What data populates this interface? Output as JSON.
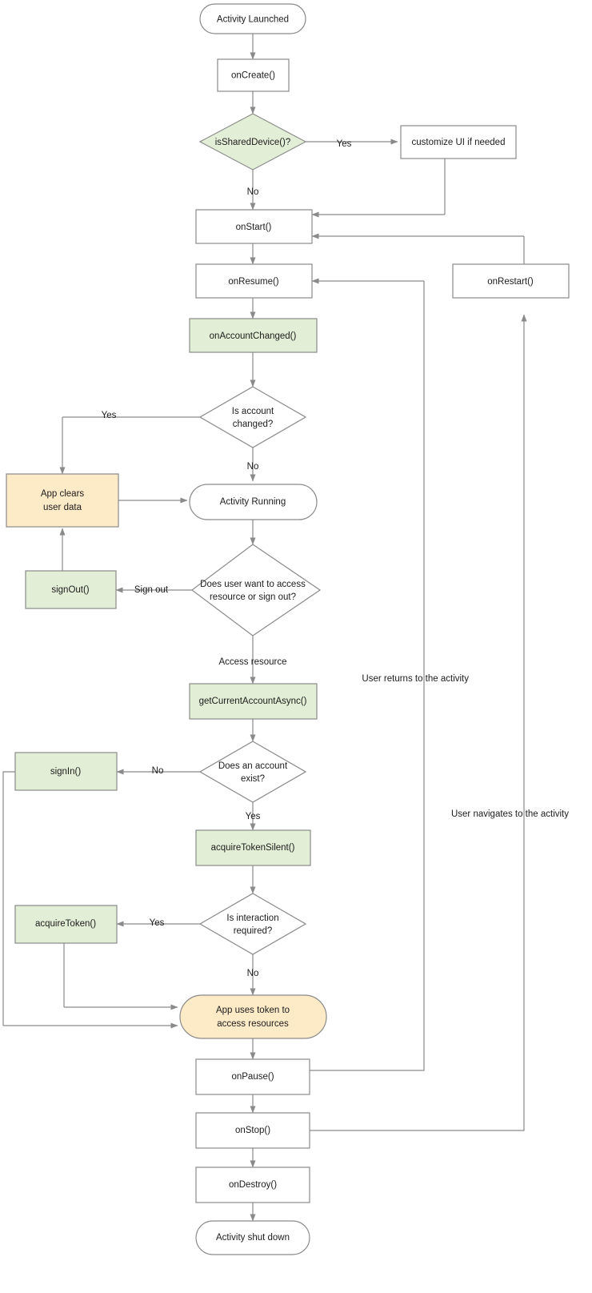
{
  "diagram": {
    "title": "Android MSAL activity lifecycle flowchart",
    "colors": {
      "process_white": "#ffffff",
      "msal_green": "#e2eed6",
      "app_orange": "#fdeac7",
      "stroke": "#8a8a8a",
      "text": "#1c1c1c"
    },
    "nodes": {
      "activity_launched": "Activity Launched",
      "on_create": "onCreate()",
      "is_shared_device": "isSharedDevice()?",
      "customize_ui": "customize UI if needed",
      "on_start": "onStart()",
      "on_resume": "onResume()",
      "on_restart": "onRestart()",
      "on_account_changed": "onAccountChanged()",
      "is_account_changed_line1": "Is account",
      "is_account_changed_line2": "changed?",
      "app_clears_line1": "App clears",
      "app_clears_line2": "user data",
      "activity_running": "Activity Running",
      "sign_out": "signOut()",
      "does_user_want_line1": "Does user want to access",
      "does_user_want_line2": "resource or sign out?",
      "get_current_account_async": "getCurrentAccountAsync()",
      "does_account_exist_line1": "Does an account",
      "does_account_exist_line2": "exist?",
      "sign_in": "signIn()",
      "acquire_token_silent": "acquireTokenSilent()",
      "is_interaction_required_line1": "Is interaction",
      "is_interaction_required_line2": "required?",
      "acquire_token": "acquireToken()",
      "app_uses_token_line1": "App uses token to",
      "app_uses_token_line2": "access resources",
      "on_pause": "onPause()",
      "on_stop": "onStop()",
      "on_destroy": "onDestroy()",
      "activity_shut_down": "Activity shut down"
    },
    "edge_labels": {
      "shared_yes": "Yes",
      "shared_no": "No",
      "account_changed_yes": "Yes",
      "account_changed_no": "No",
      "sign_out": "Sign out",
      "access_resource": "Access resource",
      "account_exist_no": "No",
      "account_exist_yes": "Yes",
      "interaction_yes": "Yes",
      "interaction_no": "No",
      "user_returns": "User returns to the activity",
      "user_navigates": "User navigates to the activity"
    }
  }
}
